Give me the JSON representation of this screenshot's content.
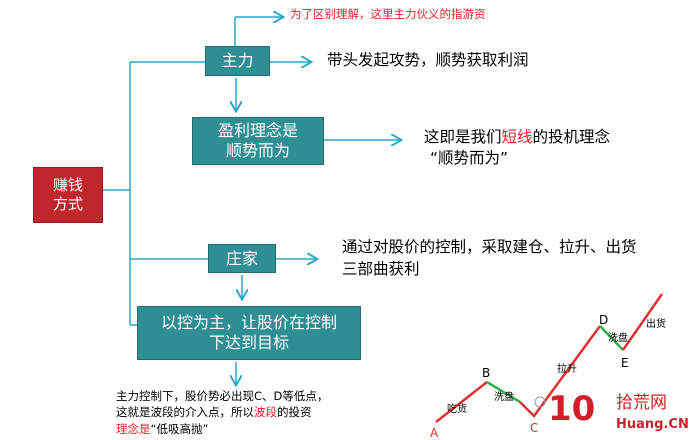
{
  "note_top": "为了区别理解，这里主力伙义的指游资",
  "root": {
    "line1": "赚钱",
    "line2": "方式"
  },
  "zhuli": "主力",
  "zhuli_desc": "带头发起攻势，顺势获取利润",
  "profit_box": {
    "line1": "盈利理念是",
    "line2": "顺势而为"
  },
  "profit_desc": {
    "pre": "这即是我们",
    "hl": "短线",
    "post": "的投机理念",
    "line2": "“顺势而为”"
  },
  "zhuangjia": "庄家",
  "zhuangjia_desc": {
    "line1": "通过对股价的控制，采取建仓、拉升、出货",
    "line2": "三部曲获利"
  },
  "control_box": {
    "line1": "以控为主，让股价在控制",
    "line2": "下达到目标"
  },
  "bottom_note": {
    "line1": "主力控制下，股价势必出现C、D等低点，",
    "line2_pre": "这就是波段的介入点，所以",
    "line2_hl": "波段",
    "line2_post": "的投资",
    "line3_hl": "理念是",
    "line3_post": "“低吸高抛”"
  },
  "chart_labels": {
    "a": "A",
    "b": "B",
    "c": "C",
    "d": "D",
    "e": "E",
    "chihuo": "吃货",
    "xipan1": "洗盘",
    "lasheng": "拉升",
    "xipan2": "洗盘",
    "chuhuo": "出货"
  },
  "watermark": {
    "num": "10",
    "brand": "拾荒网",
    "url": "Huang.CN"
  },
  "colors": {
    "teal": "#2f8d94",
    "red": "#c0272d",
    "line_red": "#e03030",
    "line_green": "#2db14a",
    "arrow": "#2aa7c7"
  }
}
